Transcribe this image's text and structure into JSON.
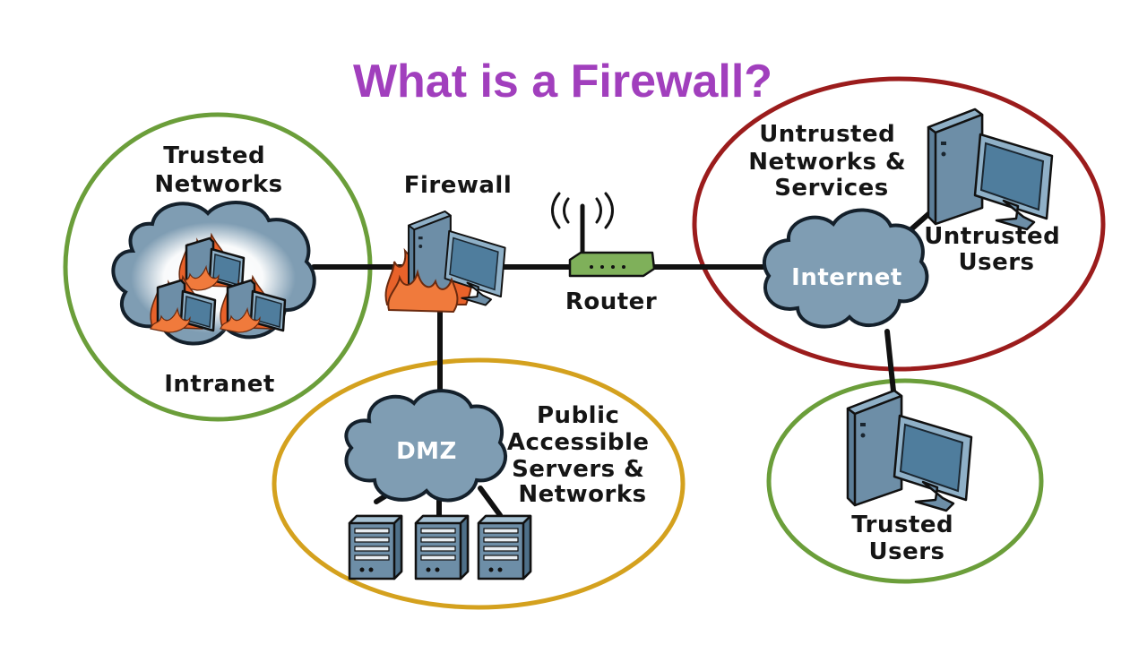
{
  "title": "What is a Firewall?",
  "colors": {
    "title": "#a13fbd",
    "trusted": "#6b9e3a",
    "untrusted": "#9b1c1c",
    "dmz": "#d4a11e",
    "cloud": "#7f9db3",
    "cloud_glow": "#ffffff",
    "computer": "#6d8ea7",
    "screen": "#4f7d9d",
    "fire": "#e8622a",
    "router": "#7fb05a"
  },
  "zones": {
    "trusted_networks": {
      "label": [
        "Trusted",
        "Networks"
      ],
      "footer": "Intranet"
    },
    "untrusted_networks": {
      "label": [
        "Untrusted",
        "Networks &",
        "Services"
      ]
    },
    "dmz": {
      "label": [
        "Public",
        "Accessible",
        "Servers &",
        "Networks"
      ]
    },
    "trusted_users": {
      "label": [
        "Trusted",
        "Users"
      ]
    }
  },
  "nodes": {
    "firewall": {
      "label": "Firewall",
      "icon": "firewall-computer-icon"
    },
    "router": {
      "label": "Router",
      "icon": "wireless-router-icon"
    },
    "internet_cloud": {
      "label": "Internet",
      "icon": "cloud-icon"
    },
    "dmz_cloud": {
      "label": "DMZ",
      "icon": "cloud-icon"
    },
    "untrusted_users": {
      "label": [
        "Untrusted",
        "Users"
      ],
      "icon": "desktop-computer-icon"
    },
    "trusted_users_pc": {
      "icon": "desktop-computer-icon"
    },
    "intranet_computers": {
      "count": 3,
      "icon": "computer-on-fire-icon"
    },
    "dmz_servers": {
      "count": 3,
      "icon": "server-icon"
    }
  }
}
